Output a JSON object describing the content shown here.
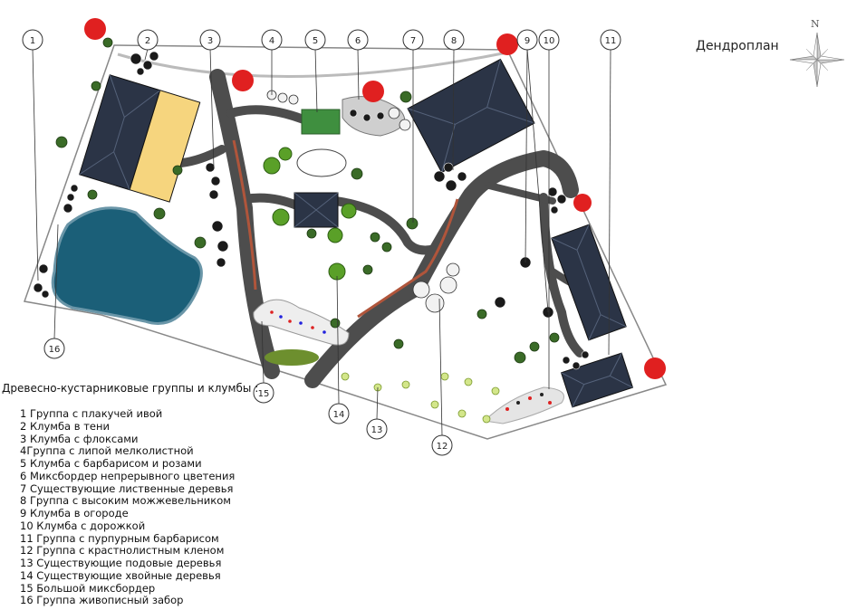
{
  "title": "Дендроплан",
  "north": "N",
  "legend": {
    "title": "Древесно-кустарниковые группы и клумбы :",
    "items": [
      "1 Группа с плакучей ивой",
      "2 Клумба в тени",
      "3 Клумба с флоксами",
      "4Группа с липой мелколистной",
      "5 Клумба с барбарисом и розами",
      "6 Миксбордер непрерывного цветения",
      "7 Существующие лиственные деревья",
      "8 Группа с высоким можжевельником",
      "9 Клумба в огороде",
      "10 Клумба с дорожкой",
      "11 Группа с пурпурным барбарисом",
      "12 Группа с крастнолистным кленом",
      "13 Существующие подовые деревья",
      "14 Существующие хвойные деревья",
      "15 Большой миксбордер",
      "16 Группа живописный забор"
    ]
  },
  "callouts": [
    "1",
    "2",
    "3",
    "4",
    "5",
    "6",
    "7",
    "8",
    "9",
    "10",
    "11",
    "12",
    "13",
    "14",
    "15",
    "16"
  ],
  "colors": {
    "building": "#2b3446",
    "roof_light": "#f6d57e",
    "pond": "#1b5f78",
    "path": "#4d4d4d",
    "existing_tree": "#e02020",
    "tree_green": "#5aa028",
    "boundary": "#888888"
  }
}
